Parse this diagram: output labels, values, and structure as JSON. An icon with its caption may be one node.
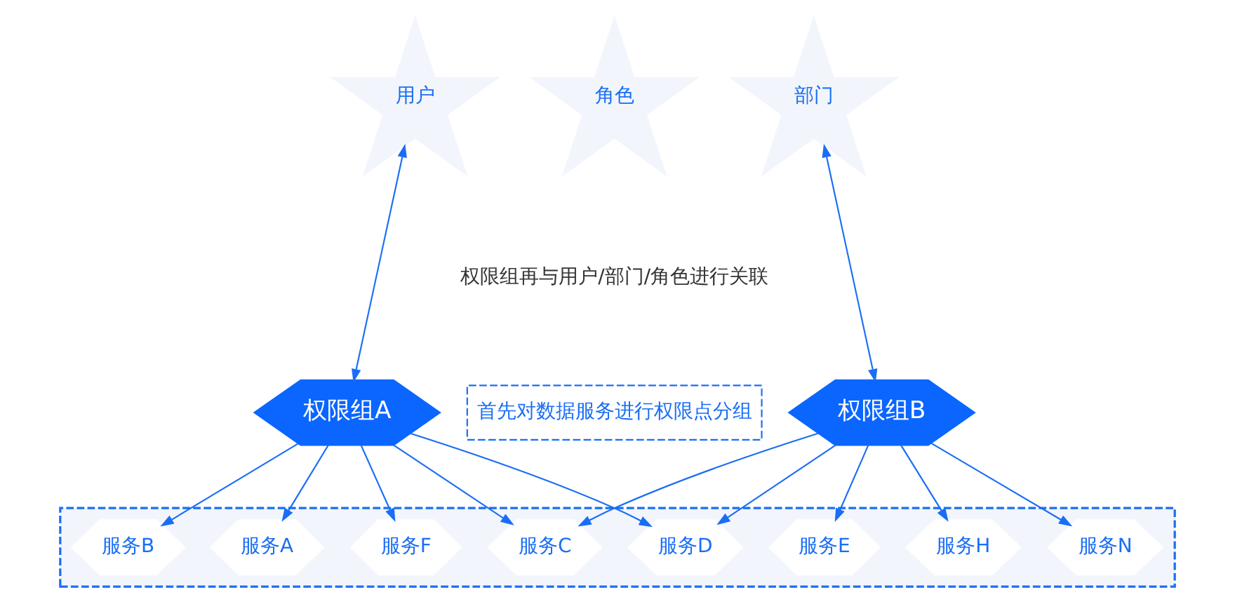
{
  "diagram": {
    "nodes": [
      {
        "text": [
          "用户"
        ]
      },
      {
        "text": [
          "角色"
        ]
      },
      {
        "text": [
          "部门"
        ]
      },
      {
        "text": [
          "权限组A"
        ]
      },
      {
        "text": [
          "权限组B"
        ]
      },
      {
        "text": [
          "首先对数据服务进行权限点分组"
        ]
      },
      {
        "text": [],
        "shape": "box"
      },
      {
        "text": [
          "服务A"
        ],
        "in": 6
      },
      {
        "text": [
          "服务B"
        ],
        "in": 6
      },
      {
        "text": [
          "服务C"
        ],
        "in": 6
      },
      {
        "text": [
          "服务D"
        ],
        "in": 6
      },
      {
        "text": [
          "服务E"
        ],
        "in": 6
      },
      {
        "text": [
          "服务F"
        ],
        "in": 6
      },
      {
        "text": [
          "服务H"
        ],
        "in": 6
      },
      {
        "text": [
          "服务N"
        ],
        "in": 6
      }
    ],
    "edges": [
      {
        "from": 0,
        "to": 3,
        "arrow": "both"
      },
      {
        "from": 2,
        "to": 4,
        "arrow": "both"
      },
      {
        "from": 3,
        "to": 7,
        "arrow": "to"
      },
      {
        "from": 3,
        "to": 8,
        "arrow": "to"
      },
      {
        "from": 3,
        "to": 9,
        "arrow": "to"
      },
      {
        "from": 3,
        "to": 10,
        "arrow": "to"
      },
      {
        "from": 3,
        "to": 12,
        "arrow": "to"
      },
      {
        "from": 4,
        "to": 9,
        "arrow": "to"
      },
      {
        "from": 4,
        "to": 10,
        "arrow": "to"
      },
      {
        "from": 4,
        "to": 11,
        "arrow": "to"
      },
      {
        "from": 4,
        "to": 13,
        "arrow": "to"
      },
      {
        "from": 4,
        "to": 14,
        "arrow": "to"
      }
    ],
    "labels": [
      "权限组再与用户/部门/角色进行关联"
    ]
  }
}
